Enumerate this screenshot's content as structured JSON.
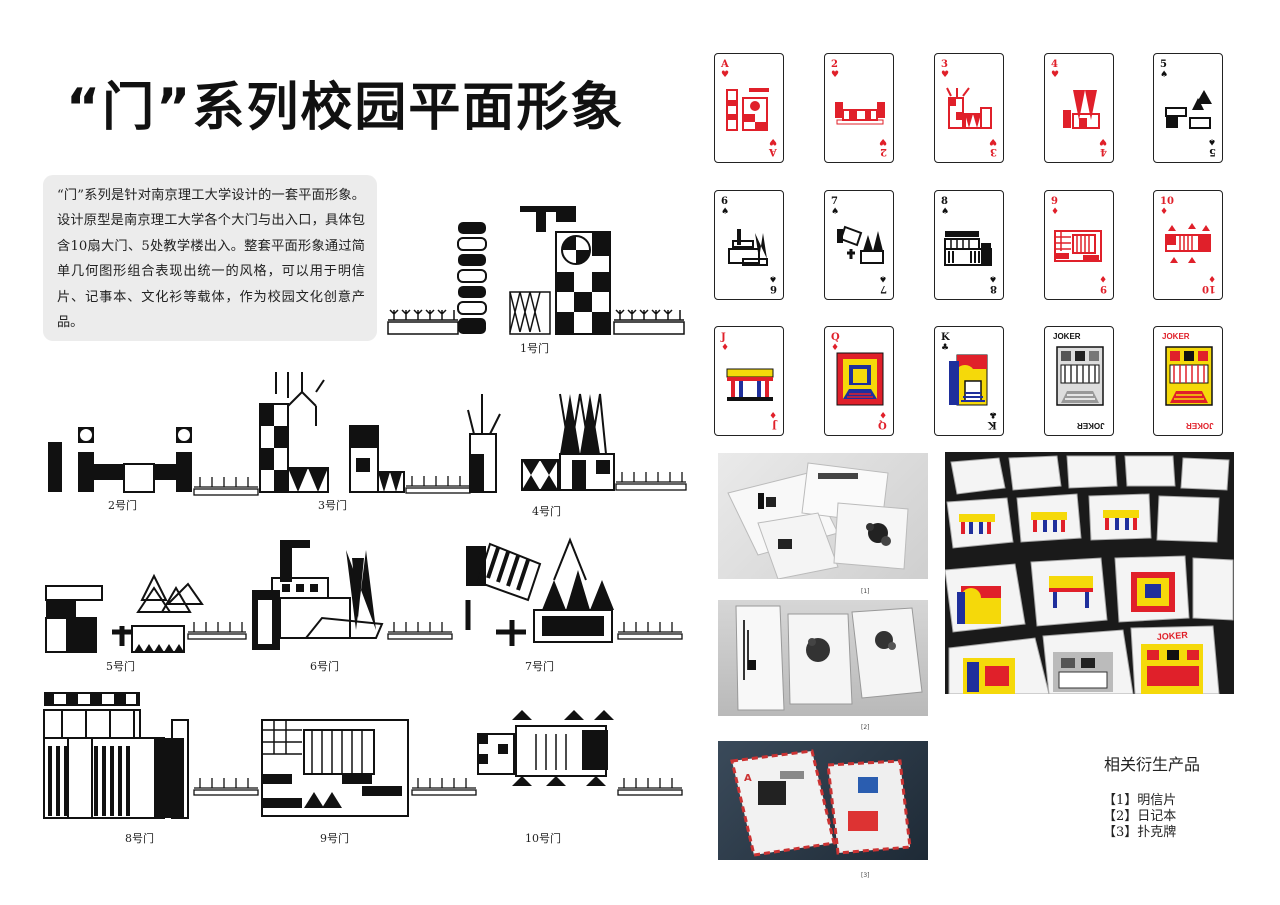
{
  "title": "“门”系列校园平面形象",
  "description": "“门”系列是针对南京理工大学设计的一套平面形象。设计原型是南京理工大学各个大门与出入口，具体包含10扇大门、5处教学楼出入。整套平面形象通过简单几何图形组合表现出统一的风格，可以用于明信片、记事本、文化衫等载体，作为校园文化创意产品。",
  "gates": [
    {
      "label": "1号门"
    },
    {
      "label": "2号门"
    },
    {
      "label": "3号门"
    },
    {
      "label": "4号门"
    },
    {
      "label": "5号门"
    },
    {
      "label": "6号门"
    },
    {
      "label": "7号门"
    },
    {
      "label": "8号门"
    },
    {
      "label": "9号门"
    },
    {
      "label": "10号门"
    }
  ],
  "cards": [
    {
      "rank": "A",
      "suit": "♥",
      "color": "red"
    },
    {
      "rank": "2",
      "suit": "♥",
      "color": "red"
    },
    {
      "rank": "3",
      "suit": "♥",
      "color": "red"
    },
    {
      "rank": "4",
      "suit": "♥",
      "color": "red"
    },
    {
      "rank": "5",
      "suit": "♠",
      "color": "black"
    },
    {
      "rank": "6",
      "suit": "♠",
      "color": "black"
    },
    {
      "rank": "7",
      "suit": "♠",
      "color": "black"
    },
    {
      "rank": "8",
      "suit": "♠",
      "color": "black"
    },
    {
      "rank": "9",
      "suit": "♦",
      "color": "red"
    },
    {
      "rank": "10",
      "suit": "♦",
      "color": "red"
    },
    {
      "rank": "J",
      "suit": "♦",
      "color": "red"
    },
    {
      "rank": "Q",
      "suit": "♦",
      "color": "red"
    },
    {
      "rank": "K",
      "suit": "♣",
      "color": "black"
    },
    {
      "rank": "JOKER",
      "suit": "",
      "color": "black"
    },
    {
      "rank": "JOKER",
      "suit": "",
      "color": "red"
    }
  ],
  "photos": {
    "p1_caption": "[1]",
    "p2_caption": "[2]",
    "p3_caption": "[3]",
    "big_joker_text": "JOKER"
  },
  "products": {
    "title": "相关衍生产品",
    "items": [
      "【1】明信片",
      "【2】日记本",
      "【3】扑克牌"
    ]
  },
  "colors": {
    "red": "#e0202a",
    "yellow": "#f5d90a",
    "blue": "#1f2f9c",
    "black": "#111111"
  }
}
